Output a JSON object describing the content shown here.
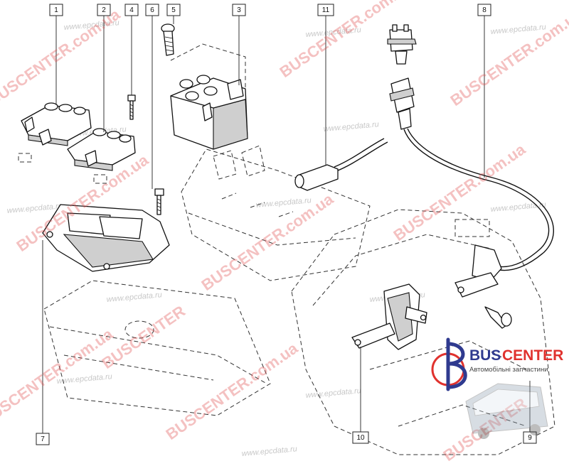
{
  "callouts": [
    {
      "id": "c1",
      "label": "1"
    },
    {
      "id": "c2",
      "label": "2"
    },
    {
      "id": "c4",
      "label": "4"
    },
    {
      "id": "c6",
      "label": "6"
    },
    {
      "id": "c5",
      "label": "5"
    },
    {
      "id": "c3",
      "label": "3"
    },
    {
      "id": "c11",
      "label": "11"
    },
    {
      "id": "c8",
      "label": "8"
    },
    {
      "id": "c7",
      "label": "7"
    },
    {
      "id": "c10",
      "label": "10"
    },
    {
      "id": "c9",
      "label": "9"
    }
  ],
  "watermarks": {
    "busc_main": "BUSCENTER.com.ua",
    "busc_short": "BUSCENTER",
    "epc": "www.epcdata.ru"
  },
  "logo": {
    "name_part1": "BUS",
    "name_part2": "CENTER",
    "tagline": "Автомобільні запчастини",
    "color_dark": "#2f3a8f",
    "color_accent": "#e0322e"
  }
}
